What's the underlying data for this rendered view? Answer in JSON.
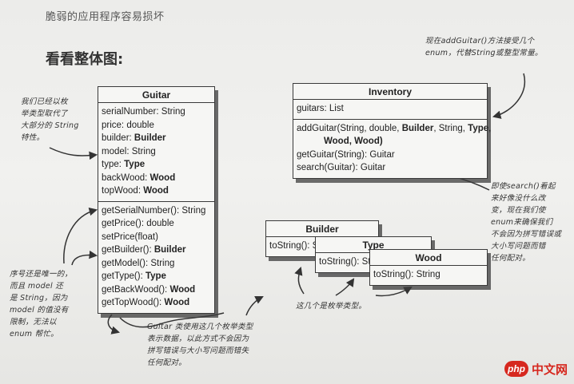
{
  "running_head": "脆弱的应用程序容易损坏",
  "section_title": "看看整体图:",
  "guitar": {
    "name": "Guitar",
    "attributes": [
      {
        "name": "serialNumber: ",
        "type": "String",
        "bold": false
      },
      {
        "name": "price: ",
        "type": "double",
        "bold": false
      },
      {
        "name": "builder: ",
        "type": "Builder",
        "bold": true
      },
      {
        "name": "model: ",
        "type": "String",
        "bold": false
      },
      {
        "name": "type: ",
        "type": "Type",
        "bold": true
      },
      {
        "name": "backWood: ",
        "type": "Wood",
        "bold": true
      },
      {
        "name": "topWood: ",
        "type": "Wood",
        "bold": true
      }
    ],
    "methods": [
      {
        "name": "getSerialNumber(): ",
        "type": "String",
        "bold": false
      },
      {
        "name": "getPrice(): ",
        "type": "double",
        "bold": false
      },
      {
        "name": "setPrice(float)",
        "type": "",
        "bold": false
      },
      {
        "name": "getBuilder(): ",
        "type": "Builder",
        "bold": true
      },
      {
        "name": "getModel(): ",
        "type": "String",
        "bold": false
      },
      {
        "name": "getType(): ",
        "type": "Type",
        "bold": true
      },
      {
        "name": "getBackWood(): ",
        "type": "Wood",
        "bold": true
      },
      {
        "name": "getTopWood(): ",
        "type": "Wood",
        "bold": true
      }
    ]
  },
  "inventory": {
    "name": "Inventory",
    "attribute": "guitars: List",
    "add_line1": {
      "a": "addGuitar(String, double, ",
      "b": "Builder",
      "c": ", String, ",
      "d": "Type",
      "e": ","
    },
    "add_line2": {
      "a": "Wood",
      "b": ", ",
      "c": "Wood",
      "d": ")"
    },
    "get": "getGuitar(String): Guitar",
    "search": "search(Guitar): Guitar"
  },
  "builder": {
    "name": "Builder",
    "method": "toString(): String"
  },
  "type": {
    "name": "Type",
    "method": "toString(): String"
  },
  "wood": {
    "name": "Wood",
    "method": "toString(): String"
  },
  "notes": {
    "top_right": "现在addGuitar()方法接受几个\nenum，代替String或整型常量。",
    "left_top": "我们已经以枚\n举类型取代了\n大部分的 String\n特性。",
    "left_bottom": "序号还是唯一的，\n而且 model 还\n是 String，因为\nmodel 的值没有\n限制，无法以\nenum 帮忙。",
    "right": "即使search()看起\n来好像没什么改\n变，现在我们使\nenum来确保我们\n不会因为拼写错误或\n大小写问题而错\n任何配对。",
    "bottom_center": "Guitar 类使用这几个枚举类型\n表示数据，以此方式不会因为\n拼写错误与大小写问题而错失\n任何配对。",
    "enum_label": "这几个是枚举类型。"
  },
  "watermark": {
    "badge": "php",
    "text": "中文网"
  }
}
